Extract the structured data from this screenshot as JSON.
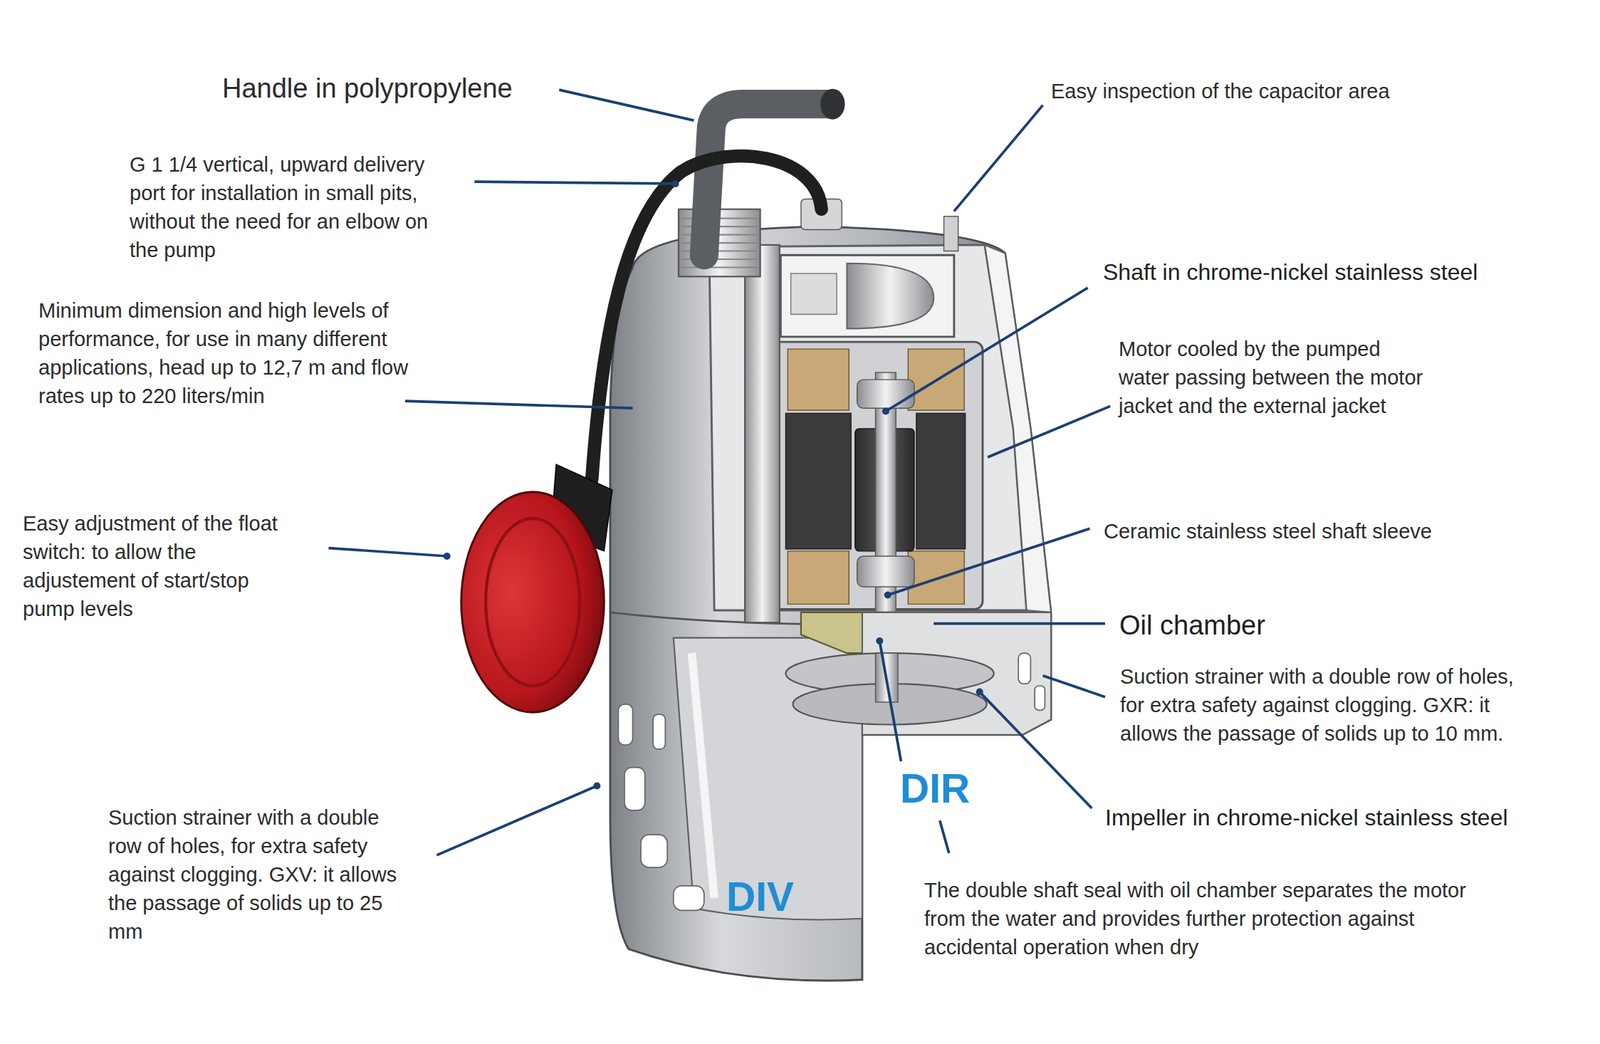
{
  "diagram": {
    "labels": [
      "Handle in polypropylene",
      "G 1 1/4 vertical, upward delivery port for installation in small pits, without the need for an elbow on the pump",
      "Minimum dimension and high levels of performance, for use in many different applications, head up to 12,7 m and flow rates up to 220 liters/min",
      "Easy adjustment of the float switch: to allow the adjustement of start/stop pump levels",
      "Suction strainer with a double row of holes, for extra safety against clogging. GXV: it allows the passage of solids up to 25 mm",
      "DIV",
      "DIR",
      "The double shaft seal with oil chamber separates the motor from the water and provides further protection against accidental operation when dry",
      "Easy inspection of the capacitor area",
      "Shaft in chrome-nickel stainless steel",
      "Motor cooled by the pumped water passing between the motor jacket and the external jacket",
      "Ceramic stainless steel shaft sleeve",
      "Oil chamber",
      "Suction strainer with a double row of holes, for extra safety against clogging. GXR: it allows the passage of solids up to 10 mm.",
      "Impeller in chrome-nickel stainless steel"
    ]
  }
}
